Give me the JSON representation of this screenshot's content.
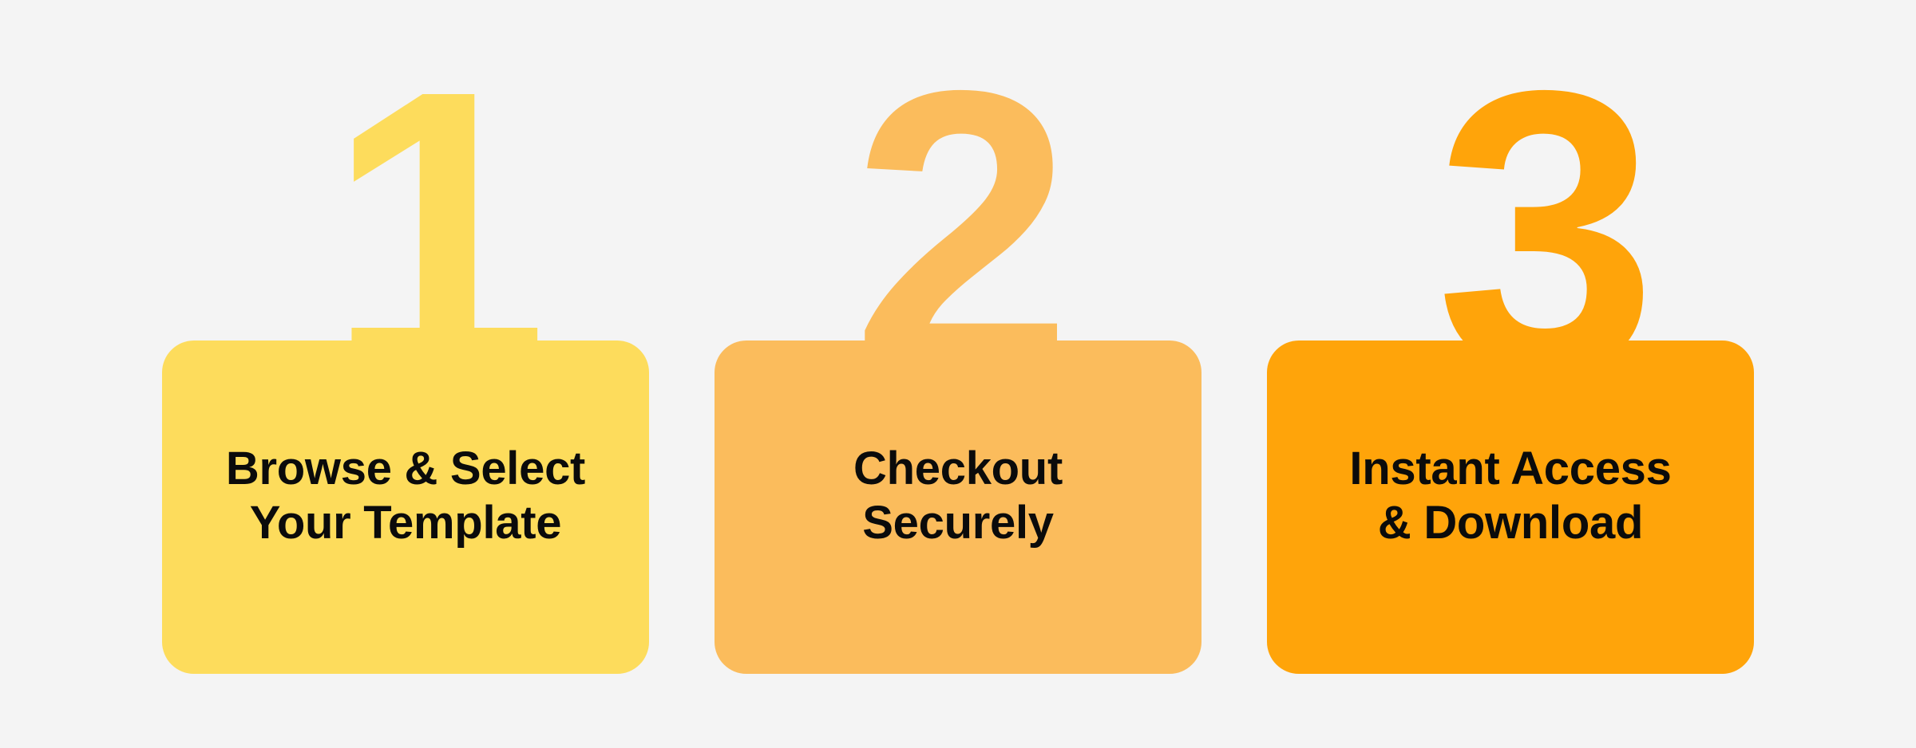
{
  "graphic": {
    "type": "three-step-process-banner",
    "background_color": "#f4f4f4",
    "text_color": "#0b0b0b"
  },
  "steps": [
    {
      "number": "1",
      "label": "Browse & Select\nYour Template",
      "line1": "Browse & Select",
      "line2": "Your Template",
      "color": "#fddc5c"
    },
    {
      "number": "2",
      "label": "Checkout\nSecurely",
      "line1": "Checkout",
      "line2": "Securely",
      "color": "#fbbc5c"
    },
    {
      "number": "3",
      "label": "Instant Access\n& Download",
      "line1": "Instant Access",
      "line2": "& Download",
      "color": "#ffa40a"
    }
  ]
}
